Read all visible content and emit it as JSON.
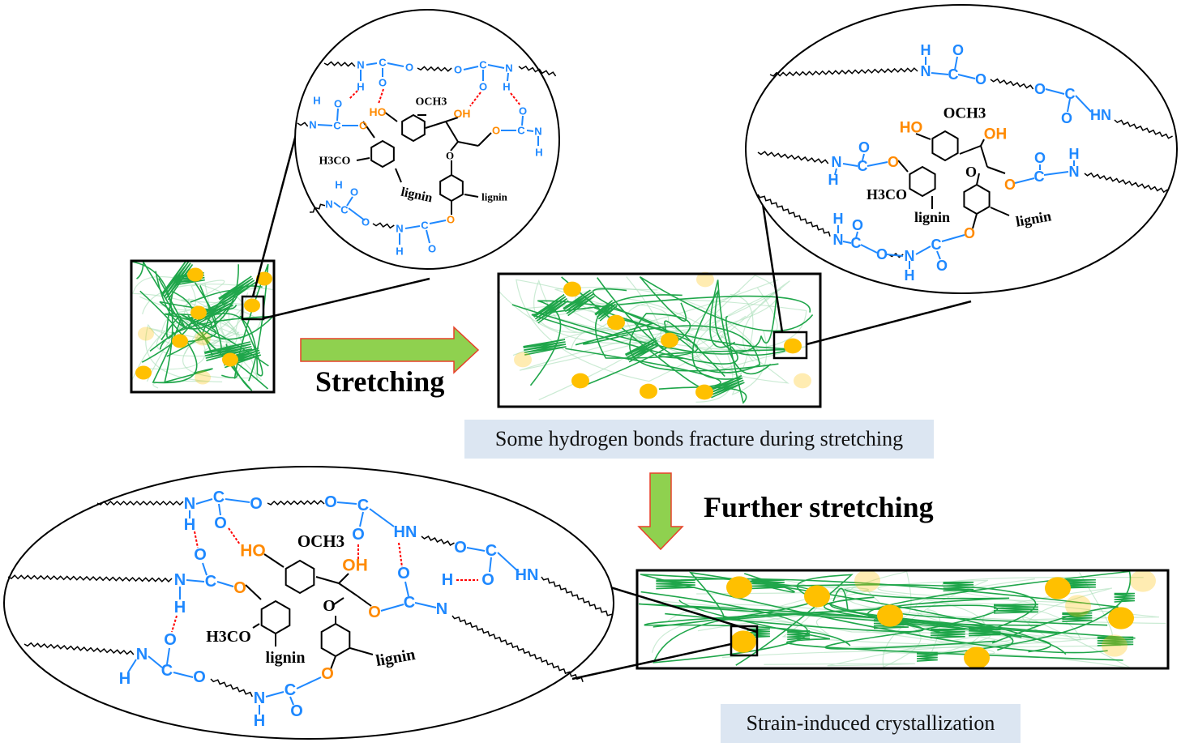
{
  "labels": {
    "stretching": "Stretching",
    "further_stretching": "Further stretching",
    "caption_fracture": "Some hydrogen bonds fracture during stretching",
    "caption_crystallization": "Strain-induced crystallization"
  },
  "chem": {
    "H": "H",
    "N": "N",
    "C": "C",
    "O": "O",
    "HO": "HO",
    "OH": "OH",
    "OCH3": "OCH3",
    "H3CO": "H3CO",
    "HN": "HN",
    "lignin": "lignin"
  },
  "colors": {
    "urethane_blue": "#1E88FF",
    "hydroxyl_orange": "#FF8A00",
    "hbond_red": "#FF0000",
    "polymer_green": "#1FA64A",
    "domain_yellow": "#FFC000",
    "arrow_fill": "#8FD14F",
    "arrow_border": "#E8402A",
    "caption_bg": "#DCE6F2"
  }
}
